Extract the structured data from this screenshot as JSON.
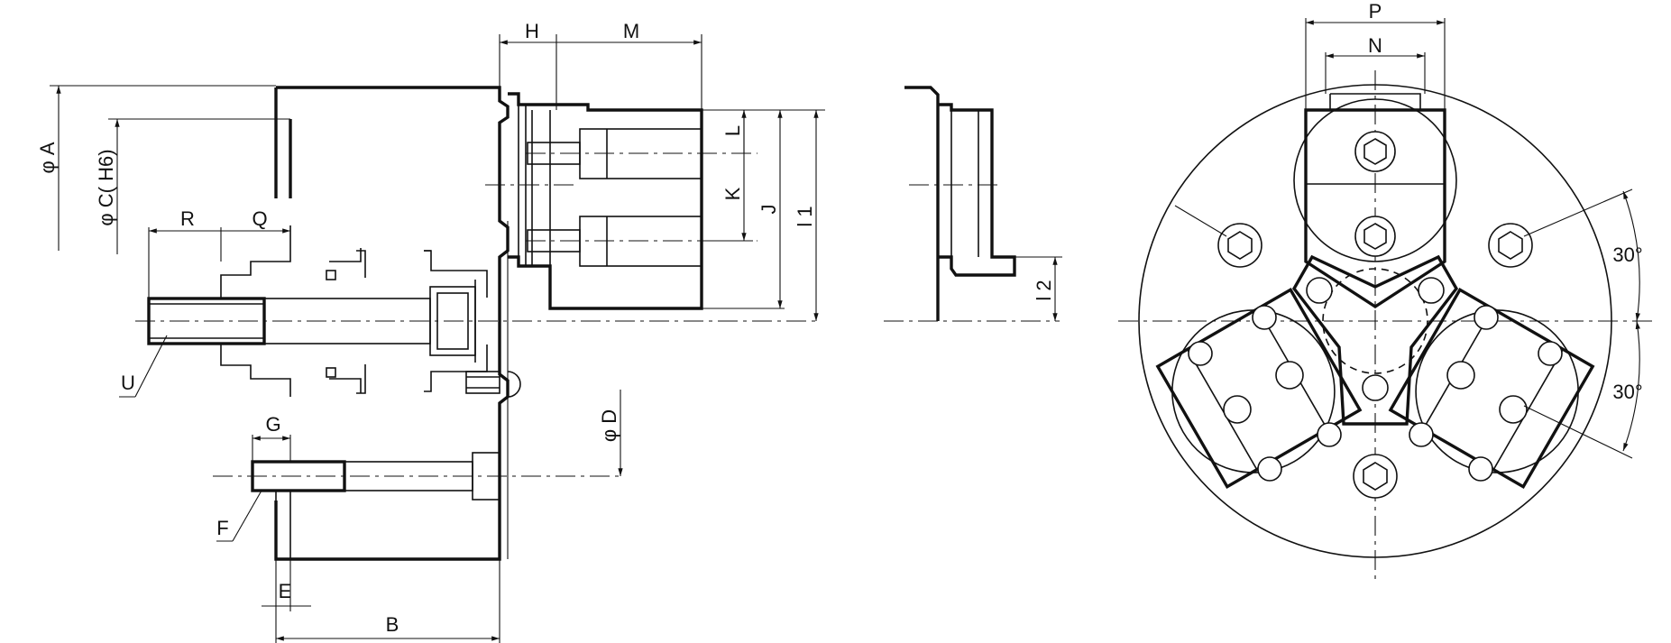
{
  "labels": {
    "phi_a": "φ A",
    "phi_c": "φ C( H6)",
    "r": "R",
    "q": "Q",
    "u": "U",
    "g": "G",
    "f": "F",
    "e": "E",
    "b": "B",
    "phi_d": "φ D",
    "h": "H",
    "m": "M",
    "l": "L",
    "k": "K",
    "j": "J",
    "l1": "l 1",
    "l2": "l 2",
    "p": "P",
    "n": "N",
    "angle_upper": "30°",
    "angle_lower": "30°"
  },
  "colors": {
    "line": "#111111",
    "background": "#ffffff"
  }
}
